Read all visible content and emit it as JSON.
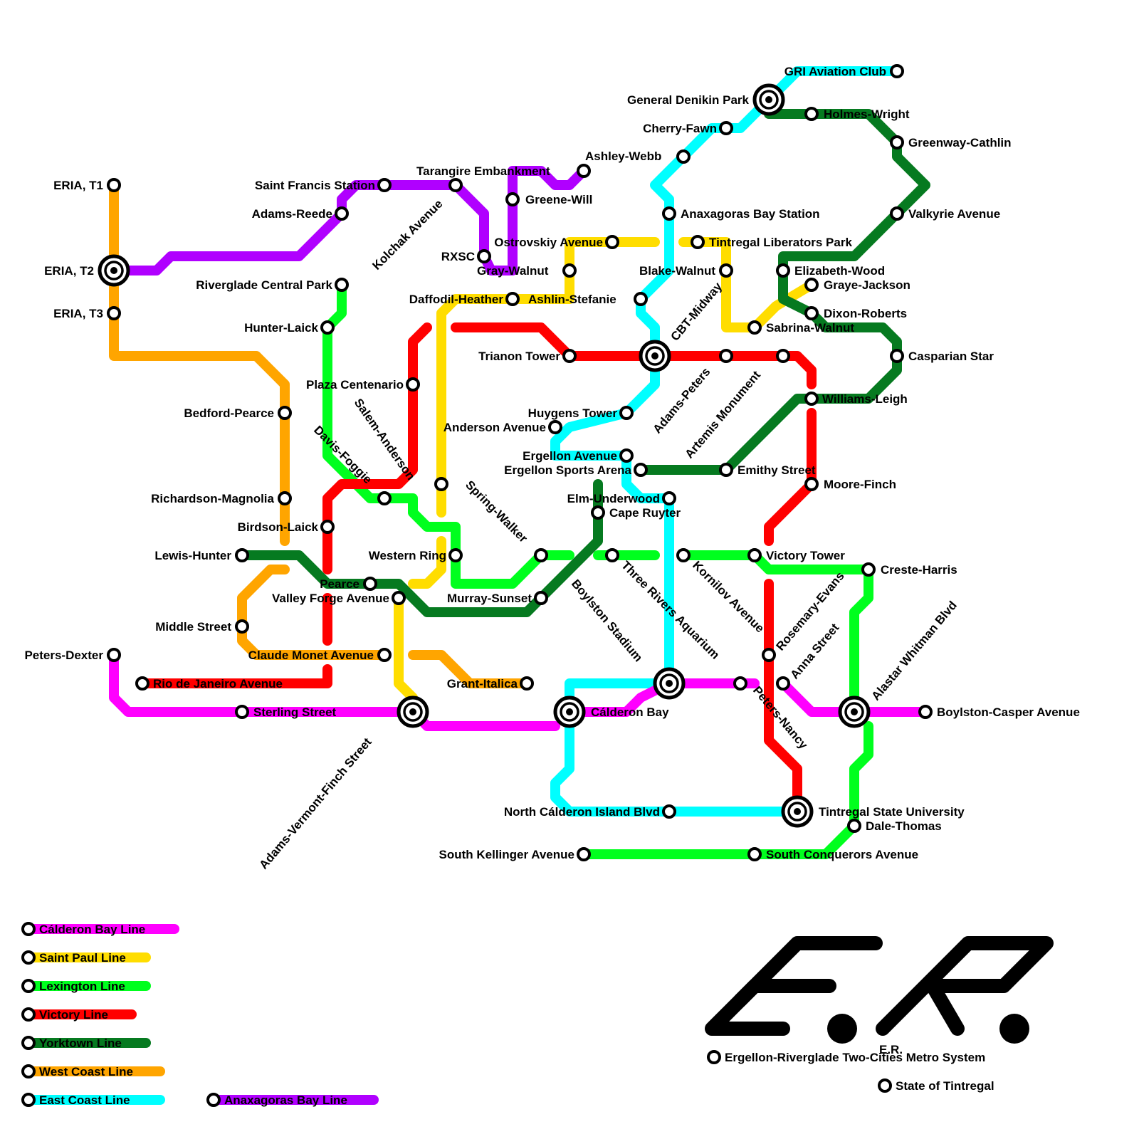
{
  "colors": {
    "calderon_bay": "#ff00ff",
    "saint_paul": "#ffdd00",
    "lexington": "#00ff1e",
    "victory": "#ff0000",
    "yorktown": "#067a20",
    "west_coast": "#ffa500",
    "east_coast": "#00ffff",
    "anaxagoras_bay": "#b000ff"
  },
  "legend": [
    {
      "key": "calderon_bay",
      "label": "Cálderon Bay Line"
    },
    {
      "key": "saint_paul",
      "label": "Saint Paul Line"
    },
    {
      "key": "lexington",
      "label": "Lexington Line"
    },
    {
      "key": "victory",
      "label": "Victory Line"
    },
    {
      "key": "yorktown",
      "label": "Yorktown Line"
    },
    {
      "key": "west_coast",
      "label": "West Coast Line"
    },
    {
      "key": "east_coast",
      "label": "East Coast Line"
    },
    {
      "key": "anaxagoras_bay",
      "label": "Anaxagoras Bay Line"
    }
  ],
  "brand": {
    "logo_text": "E.R.",
    "system_name": "Ergellon-Riverglade Two-Cities Metro System",
    "state": "State of Tintregal"
  },
  "stations": {
    "eria_t1": "ERIA, T1",
    "eria_t2": "ERIA, T2",
    "eria_t3": "ERIA, T3",
    "peters_dexter": "Peters-Dexter",
    "saint_francis": "Saint Francis Station",
    "adams_reede": "Adams-Reede",
    "tarangire": "Tarangire Embankment",
    "ashley_webb": "Ashley-Webb",
    "greene_will": "Greene-Will",
    "kolchak": "Kolchak Avenue",
    "rxsc": "RXSC",
    "gray_walnut": "Gray-Walnut",
    "ostrovskiy": "Ostrovskiy Avenue",
    "daffodil": "Daffodil-Heather",
    "ashlin": "Ashlin-Stefanie",
    "riverglade_cp": "Riverglade Central Park",
    "hunter_laick": "Hunter-Laick",
    "plaza_centenario": "Plaza Centenario",
    "bedford": "Bedford-Pearce",
    "salem": "Salem-Anderson",
    "davis": "Davis-Foggie",
    "richardson": "Richardson-Magnolia",
    "birdson": "Birdson-Laick",
    "lewis_hunter": "Lewis-Hunter",
    "western_ring": "Western Ring",
    "pearce": "Pearce",
    "valley_forge": "Valley Forge Avenue",
    "middle_street": "Middle Street",
    "claude_monet": "Claude Monet Avenue",
    "rio": "Rio de Janeiro Avenue",
    "sterling": "Sterling Street",
    "adams_vermont": "Adams-Vermont-Finch Street",
    "grant_italica": "Grant-Italica",
    "murray_sunset": "Murray-Sunset",
    "spring_walker": "Spring-Walker",
    "trianon": "Trianon Tower",
    "huygens": "Huygens Tower",
    "anderson_ave": "Anderson Avenue",
    "ergellon_ave": "Ergellon Avenue",
    "ergellon_sports": "Ergellon Sports Arena",
    "elm": "Elm-Underwood",
    "cape_ruyter": "Cape Ruyter",
    "three_rivers": "Three Rivers Aquarium",
    "boylston_stadium": "Boylston Stadium",
    "calderon_bay": "Cálderon Bay",
    "north_calderon": "North Cálderon Island Blvd",
    "south_kellinger": "South Kellinger Avenue",
    "gri": "GRI Aviation Club",
    "general_denikin": "General Denikin Park",
    "cherry_fawn": "Cherry-Fawn",
    "holmes_wright": "Holmes-Wright",
    "greenway": "Greenway-Cathlin",
    "valkyrie": "Valkyrie Avenue",
    "anaxagoras_station": "Anaxagoras Bay Station",
    "tintregal_lib": "Tintregal Liberators Park",
    "blake_walnut": "Blake-Walnut",
    "cbt_midway": "CBT-Midway",
    "elizabeth_wood": "Elizabeth-Wood",
    "graye_jackson": "Graye-Jackson",
    "dixon_roberts": "Dixon-Roberts",
    "sabrina_walnut": "Sabrina-Walnut",
    "casparian": "Casparian Star",
    "adams_peters": "Adams-Peters",
    "artemis": "Artemis Monument",
    "williams_leigh": "Williams-Leigh",
    "emithy": "Emithy Street",
    "moore_finch": "Moore-Finch",
    "victory_tower": "Victory Tower",
    "kornilov": "Kornilov Avenue",
    "creste_harris": "Creste-Harris",
    "rosemary_evans": "Rosemary-Evans",
    "anna_street": "Anna Street",
    "alastar": "Alastar Whitman Blvd",
    "boylston_casper": "Boylston-Casper Avenue",
    "peters_nancy": "Peters-Nancy",
    "tintregal_su": "Tintregal State University",
    "dale_thomas": "Dale-Thomas",
    "south_conquerors": "South Conquerors Avenue"
  }
}
